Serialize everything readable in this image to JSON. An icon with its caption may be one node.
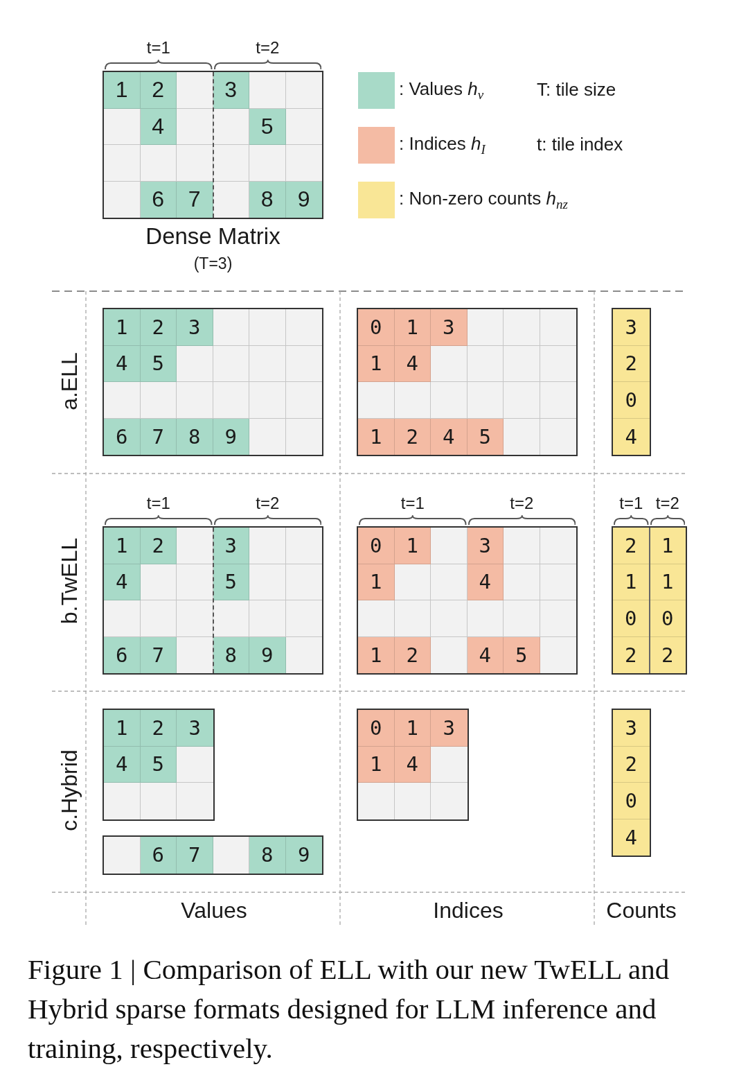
{
  "diagram": {
    "caption": "Figure 1 | Comparison of ELL with our new TwELL and Hybrid sparse formats designed for LLM inference and training, respectively.",
    "nodes": [
      {
        "text": [
          "1",
          "2",
          "3",
          "4",
          "5",
          "6",
          "7",
          "8",
          "9"
        ],
        "beside": [
          "t=1",
          "t=2",
          "Dense Matrix",
          "(T=3)"
        ]
      },
      {
        "text": [
          "1",
          "2",
          "3",
          "4",
          "5",
          "6",
          "7",
          "8",
          "9"
        ]
      },
      {
        "text": [
          "0",
          "1",
          "3",
          "1",
          "4",
          "1",
          "2",
          "4",
          "5"
        ]
      },
      {
        "text": [
          "3",
          "2",
          "0",
          "4"
        ]
      },
      {
        "text": [
          "1",
          "2",
          "3",
          "4",
          "5",
          "6",
          "7",
          "8",
          "9"
        ],
        "beside": [
          "t=1",
          "t=2"
        ]
      },
      {
        "text": [
          "0",
          "1",
          "3",
          "1",
          "4",
          "1",
          "2",
          "4",
          "5"
        ],
        "beside": [
          "t=1",
          "t=2"
        ]
      },
      {
        "text": [
          "2",
          "1",
          "1",
          "1",
          "0",
          "0",
          "2",
          "2"
        ],
        "beside": [
          "t=1",
          "t=2"
        ]
      },
      {
        "text": [
          "1",
          "2",
          "3",
          "4",
          "5"
        ]
      },
      {
        "text": [
          "6",
          "7",
          "8",
          "9"
        ]
      },
      {
        "text": [
          "0",
          "1",
          "3",
          "1",
          "4"
        ]
      },
      {
        "text": [
          "3",
          "2",
          "0",
          "4"
        ]
      }
    ],
    "labels": [
      "T: tile size",
      "t: tile index",
      "a.ELL",
      "b.TwELL",
      "c.Hybrid",
      "Values",
      "Indices",
      "Counts"
    ],
    "legend": [
      {
        "text": ": Values *h*$_{v}$",
        "color": "#a8dac8"
      },
      {
        "text": ": Indices *h*$_{I}$",
        "color": "#f4bba4"
      },
      {
        "text": ": Non-zero counts *h*$_{nz}$",
        "color": "#f9e696"
      }
    ]
  }
}
